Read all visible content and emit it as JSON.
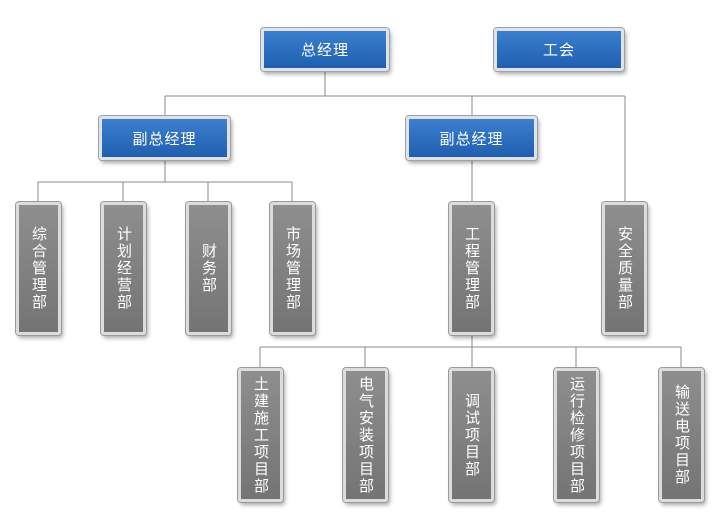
{
  "top": {
    "gm": "总经理",
    "union": "工会"
  },
  "deputies": [
    {
      "label": "副总经理"
    },
    {
      "label": "副总经理"
    }
  ],
  "departments": [
    {
      "label": "综合管理部"
    },
    {
      "label": "计划经营部"
    },
    {
      "label": "财务部"
    },
    {
      "label": "市场管理部"
    },
    {
      "label": "工程管理部"
    },
    {
      "label": "安全质量部"
    }
  ],
  "project_departments": [
    {
      "label": "土建施工项目部"
    },
    {
      "label": "电气安装项目部"
    },
    {
      "label": "调试项目部"
    },
    {
      "label": "运行检修项目部"
    },
    {
      "label": "输送电项目部"
    }
  ],
  "colors": {
    "blue_box": "#2a6cbf",
    "gray_box": "#808080",
    "connector": "#8a8a8a"
  }
}
